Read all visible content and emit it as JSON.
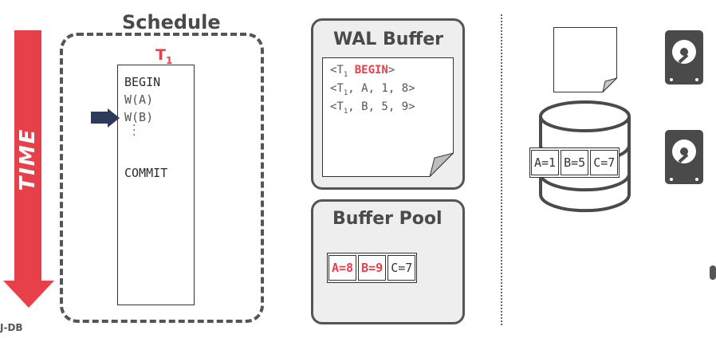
{
  "time_arrow": {
    "label": "TIME",
    "color": "#e8404a"
  },
  "schedule": {
    "title": "Schedule",
    "txn": {
      "name": "T",
      "sub": "1"
    },
    "ops": [
      "BEGIN",
      "W(A)",
      "W(B)",
      "COMMIT"
    ],
    "current_op_index": 2
  },
  "wal_buffer": {
    "title": "WAL Buffer",
    "records": [
      {
        "open": "<T",
        "sub": "1",
        "kw": "BEGIN",
        "rest": ">"
      },
      {
        "open": "<T",
        "sub": "1",
        "kw": "",
        "rest": ", A, 1, 8>"
      },
      {
        "open": "<T",
        "sub": "1",
        "kw": "",
        "rest": ", B, 5, 9>"
      }
    ]
  },
  "buffer_pool": {
    "title": "Buffer Pool",
    "cells": [
      {
        "text": "A=8",
        "dirty": true
      },
      {
        "text": "B=9",
        "dirty": true
      },
      {
        "text": "C=7",
        "dirty": false
      }
    ]
  },
  "disk": {
    "cells": [
      "A=1",
      "B=5",
      "C=7"
    ]
  },
  "footer": "J-DB",
  "colors": {
    "accent": "#e8404a",
    "pointer": "#2e3a5c",
    "panel": "#eeeeee"
  }
}
